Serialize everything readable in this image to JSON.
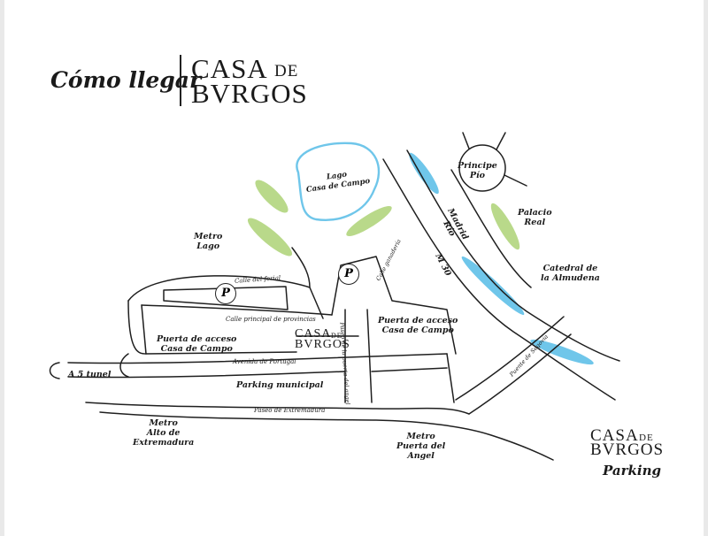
{
  "header": {
    "como_llegar": "Cómo llegar",
    "brand_casa": "CASA",
    "brand_de": "DE",
    "brand_burgos": "BVRGOS"
  },
  "map": {
    "lago_label": "Lago\nCasa de Campo",
    "principe_pio": "Principe\nPío",
    "madrid_rio": "Madrid\nRío",
    "m30": "M 30",
    "palacio_real": "Palacio\nReal",
    "catedral": "Catedral de\nla Almudena",
    "metro_lago": "Metro\nLago",
    "calle_ferial": "Calle del ferial",
    "calle_provincias": "Calle principal de provincias",
    "calle_ganaderia": "Calle ganadería",
    "puerta_acceso_left": "Puerta de acceso\nCasa de Campo",
    "puerta_acceso_right": "Puerta de acceso\nCasa de Campo",
    "paseo_puerta_angel": "Paseo de la puerta del angel",
    "avenida_portugal": "Avenida de Portugal",
    "parking_municipal": "Parking municipal",
    "paseo_extremadura": "Paseo de Extremadura",
    "a5_tunel": "A 5 tunel",
    "metro_alto": "Metro\nAlto de\nExtremadura",
    "metro_puerta": "Metro\nPuerta del\nAngel",
    "puente_segovia": "Puente de Segovia",
    "parking_symbol": "P",
    "map_logo_casa": "CASA",
    "map_logo_de": "DE",
    "map_logo_burgos": "BVRGOS"
  },
  "legend": {
    "logo_casa": "CASA",
    "logo_de": "DE",
    "logo_burgos": "BVRGOS",
    "parking": "Parking"
  },
  "colors": {
    "water": "#6fc6ea",
    "park": "#b9d98a",
    "road": "#1f1f1f"
  }
}
